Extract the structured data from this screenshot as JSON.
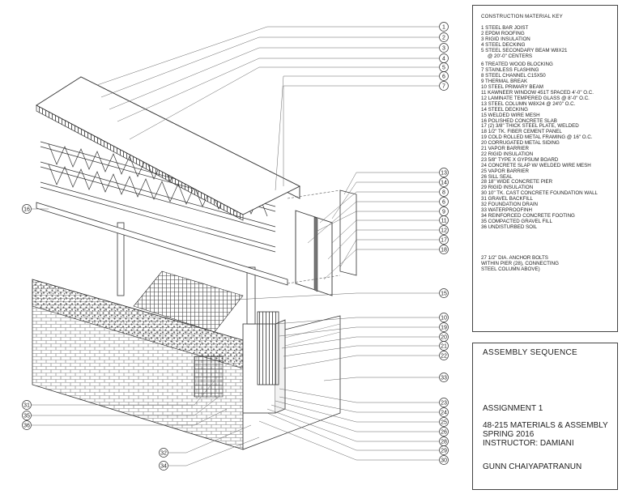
{
  "key": {
    "title": "CONSTRUCTION MATERIAL KEY",
    "items": [
      "1 STEEL BAR JOIST",
      "2 EPDM ROOFING",
      "3 RIGID INSULATION",
      "4 STEEL DECKING",
      "5 STEEL SECONDARY BEAM W8X21",
      "@ 20'-0\" CENTERS",
      "6 TREATED WOOD BLOCKING",
      "7 STAINLESS FLASHING",
      "8 STEEL CHANNEL C15X50",
      "9 THERMAL BREAK",
      "10 STEEL PRIMARY BEAM",
      "11 KAWNEER WINDOW 451T SPACED 4'-0\" O.C.",
      "12 LAMINATE TEMPERED GLASS @ 8'-0\" O.C.",
      "13 STEEL COLUMN W8X24 @ 24'0\" O.C.",
      "14 STEEL DECKING",
      "15 WELDED WIRE MESH",
      "16 POLISHED CONCRETE SLAB",
      "17 (2) 3/8\" THICK STEEL PLATE, WELDED",
      "18 1/2\" TK. FIBER CEMENT PANEL",
      "19 COLD ROLLED METAL FRAMING @ 16\" O.C.",
      "20 CORRUGATED METAL SIDING",
      "21 VAPOR BARRIER",
      "22 RIGID INSULATION",
      "23 5/8\" TYPE X GYPSUM BOARD",
      "24 CONCRETE SLAP W/ WELDED WIRE MESH",
      "25 VAPOR BARRIER",
      "26 SILL SEAL",
      "28 18\" WIDE CONCRETE PIER",
      "29 RIGID INSULATION",
      "30 10\" TK. CAST CONCRETE FOUNDATION WALL",
      "31 GRAVEL BACKFILL",
      "32 FOUNDATION DRAIN",
      "33 WATERPROOFINH",
      "34 REINFORCED CONCRETE FOOTING",
      "35 COMPACTED GRAVEL FILL",
      "36 UNDISTURBED SOIL"
    ],
    "note": [
      "27 1/2\" DIA. ANCHOR BOLTS",
      "WITHIN PIER (28), CONNECTING",
      "STEEL COLUMN ABOVE)"
    ]
  },
  "title_block": {
    "sheet_title": "ASSEMBLY SEQUENCE",
    "assignment": "ASSIGNMENT 1",
    "course": "48-215 MATERIALS & ASSEMBLY",
    "term": "SPRING  2016",
    "instructor": "INSTRUCTOR: DAMIANI",
    "author": "GUNN CHAIYAPATRANUN"
  },
  "callouts": {
    "right": [
      "1",
      "2",
      "3",
      "4",
      "5",
      "6",
      "7",
      "13",
      "14",
      "8",
      "6",
      "9",
      "11",
      "12",
      "17",
      "18",
      "15",
      "10",
      "19",
      "20",
      "21",
      "22",
      "33",
      "23",
      "24",
      "25",
      "26",
      "28",
      "29",
      "30"
    ],
    "left": [
      "16",
      "31",
      "35",
      "36",
      "32",
      "34"
    ]
  },
  "colors": {
    "ink": "#222222",
    "line": "#444444"
  }
}
